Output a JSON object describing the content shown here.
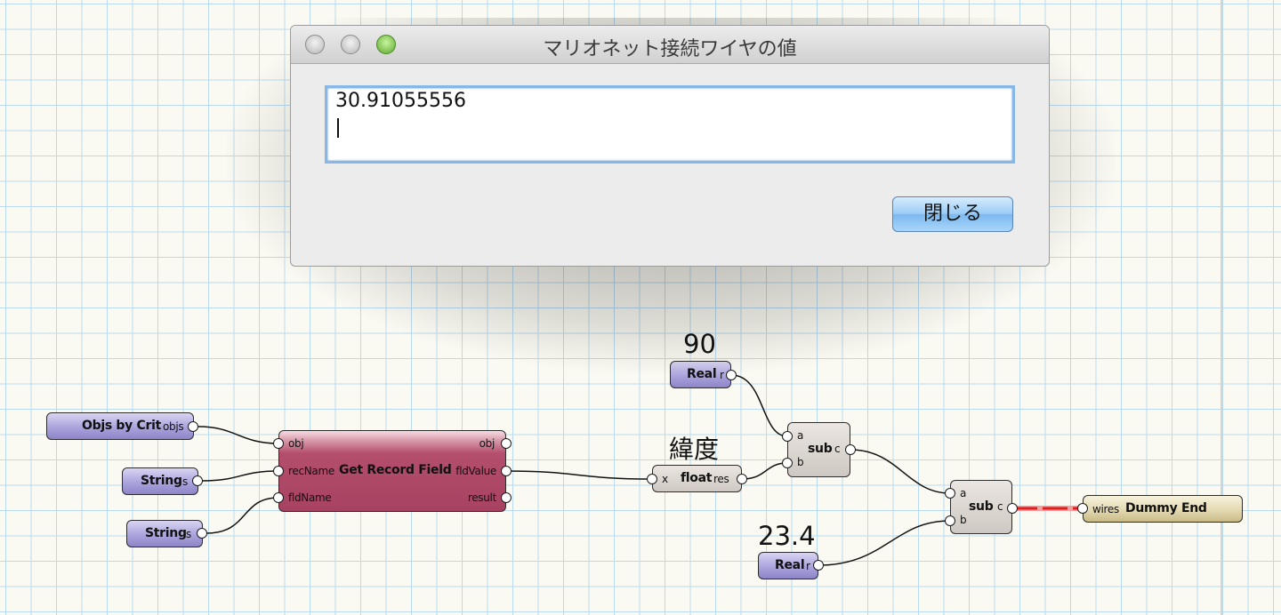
{
  "dialog": {
    "title": "マリオネット接続ワイヤの値",
    "value": "30.91055556",
    "close_label": "閉じる"
  },
  "nodes": {
    "objs_by_crit": {
      "title": "Objs by Crit",
      "out": "objs"
    },
    "string1": {
      "title": "String",
      "out": "s"
    },
    "string2": {
      "title": "String",
      "out": "s"
    },
    "get_record_field": {
      "title": "Get Record Field",
      "in_obj": "obj",
      "in_recname": "recName",
      "in_fldname": "fldName",
      "out_obj": "obj",
      "out_fldvalue": "fldValue",
      "out_result": "result"
    },
    "real90": {
      "label": "90",
      "title": "Real",
      "out": "r"
    },
    "float": {
      "label": "緯度",
      "in": "x",
      "title": "float",
      "out": "res"
    },
    "sub1": {
      "in_a": "a",
      "in_b": "b",
      "title": "sub",
      "out": "c"
    },
    "real234": {
      "label": "23.4",
      "title": "Real",
      "out": "r"
    },
    "sub2": {
      "in_a": "a",
      "in_b": "b",
      "title": "sub",
      "out": "c"
    },
    "dummy_end": {
      "in": "wires",
      "title": "Dummy End"
    }
  },
  "colors": {
    "input_node": "#a59fd8",
    "math_node": "#d6cfca",
    "record_node": "#a84262",
    "end_node": "#ddd2a5",
    "selected_wire": "#e02020",
    "grid": "#b9daf0"
  }
}
